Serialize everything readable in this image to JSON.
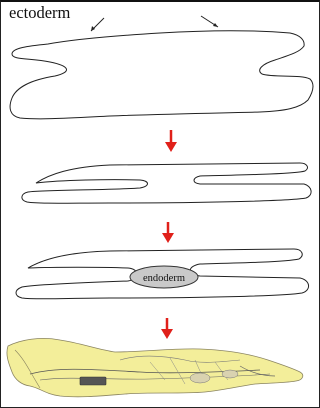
{
  "labels": {
    "ectoderm": "ectoderm",
    "endoderm": "endoderm"
  },
  "colors": {
    "outline": "#222222",
    "arrow_red": "#e0201a",
    "endoderm_fill": "#c9c9c9",
    "body_yellow": "#f3ee9a",
    "body_outline": "#8a8460"
  },
  "figure": {
    "panel_count": 4,
    "arrow_count": 3
  }
}
